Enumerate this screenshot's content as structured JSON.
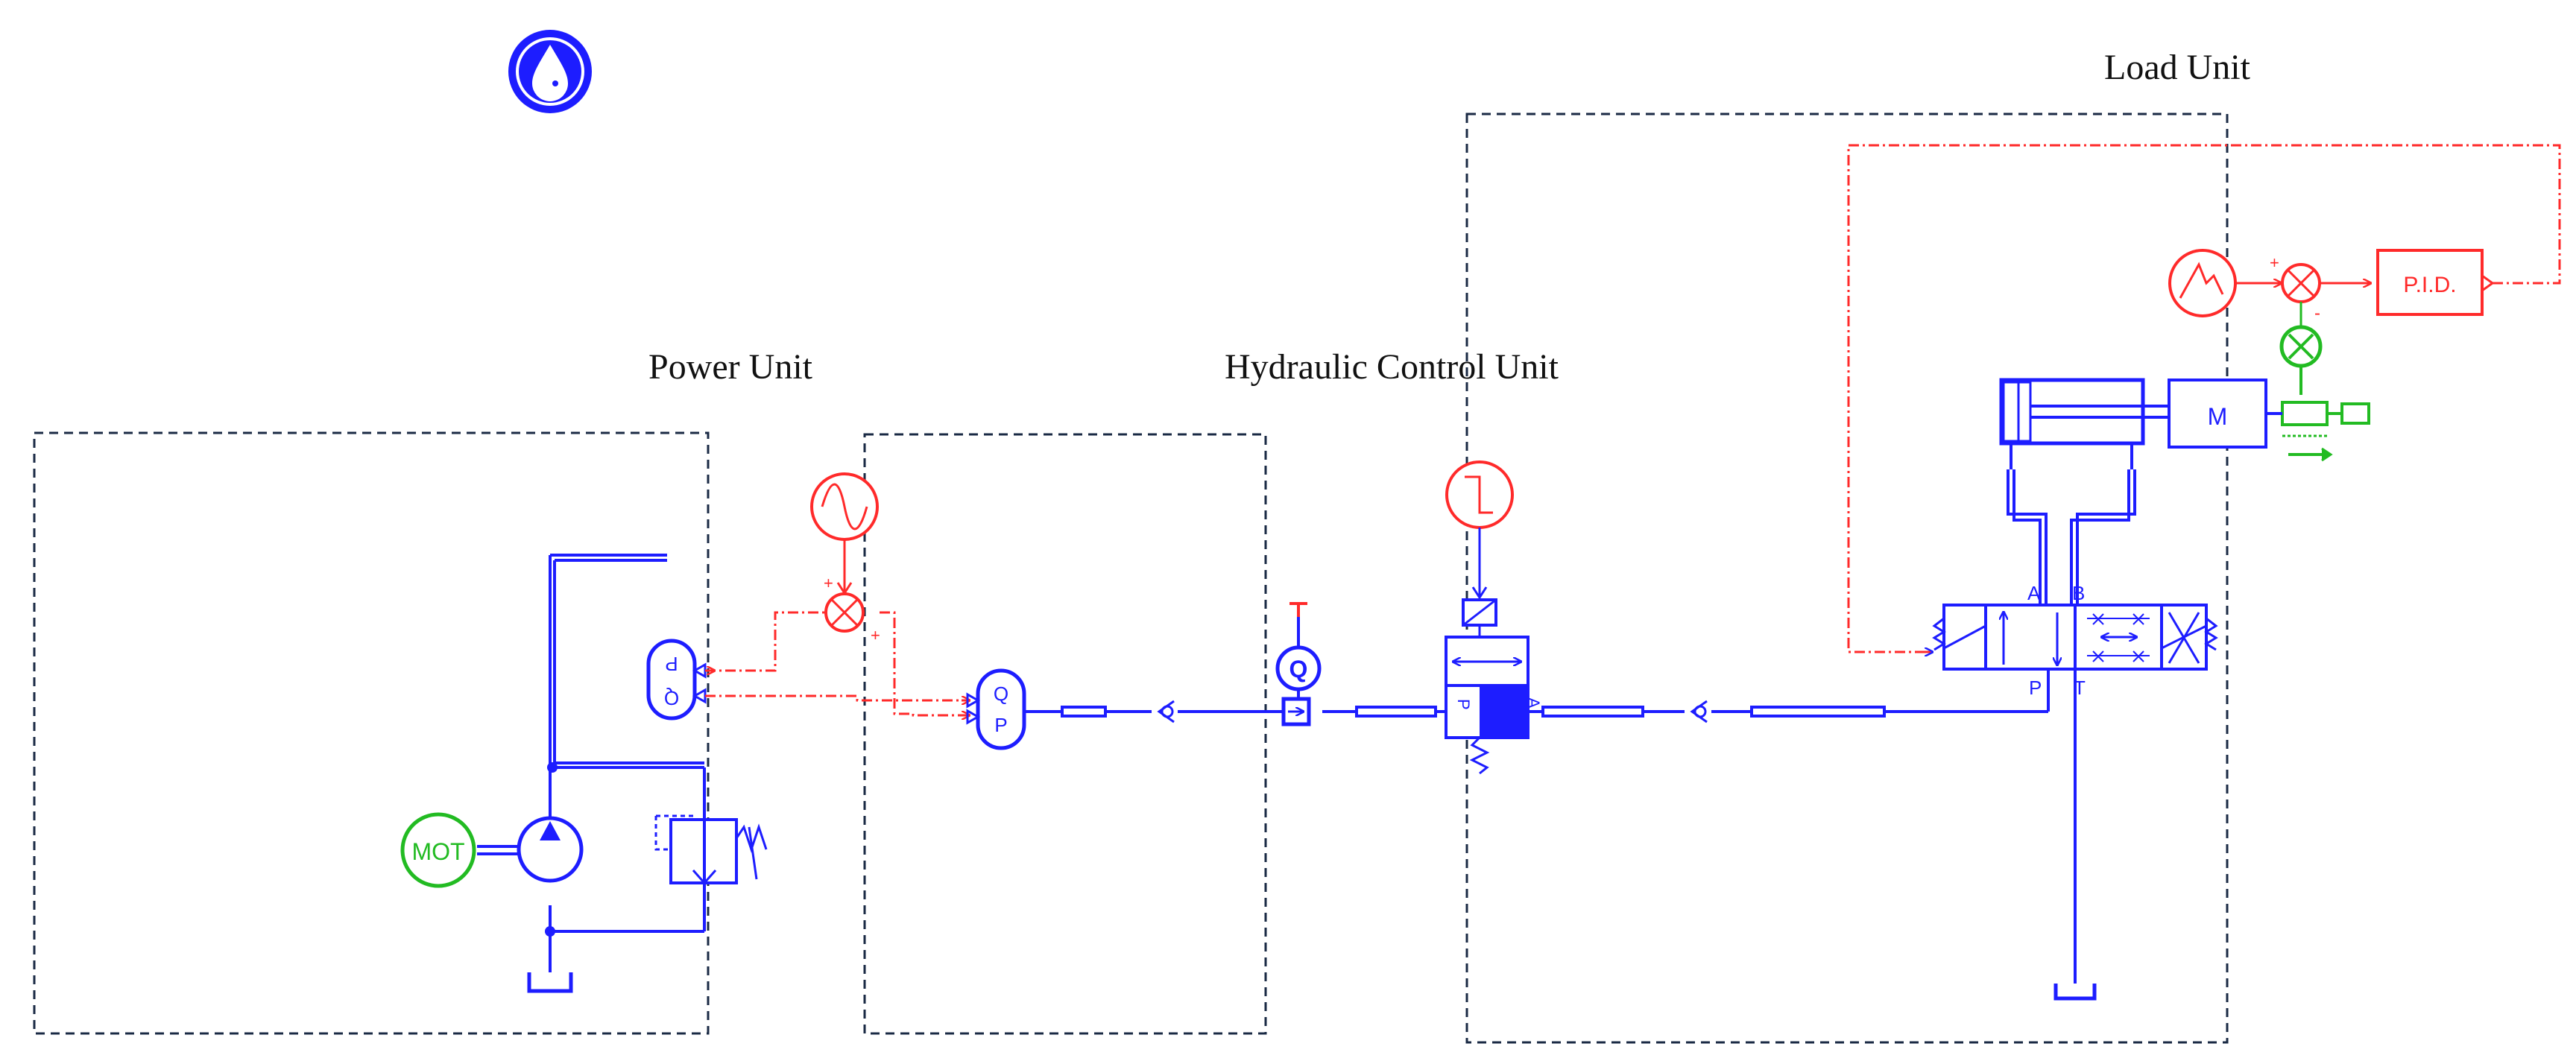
{
  "units": {
    "power_title": "Power Unit",
    "control_title": "Hydraulic Control Unit",
    "load_title": "Load Unit"
  },
  "labels": {
    "motor": "MOT",
    "sensor_top": "P",
    "sensor_bottom": "Q",
    "sensor_pq_top": "Q",
    "sensor_pq_bottom": "P",
    "flow_sensor": "Q",
    "valve_port_p": "P",
    "valve_port_a": "A",
    "dcv_port_a": "A",
    "dcv_port_b": "B",
    "dcv_port_p": "P",
    "dcv_port_t": "T",
    "mass": "M",
    "pid": "P.I.D.",
    "plus": "+",
    "minus": "-"
  },
  "colors": {
    "hydraulic": "#1d1dff",
    "signal": "#ff2a2a",
    "mechanical": "#22bb22",
    "border": "#1a2a44"
  },
  "icons": [
    "fluid-drop-icon",
    "pump-icon",
    "motor-icon",
    "tank-icon",
    "relief-valve-icon",
    "check-valve-icon",
    "cylinder-icon",
    "pid-controller-icon",
    "sine-source-icon",
    "step-source-icon",
    "ramp-source-icon",
    "summing-junction-icon"
  ]
}
